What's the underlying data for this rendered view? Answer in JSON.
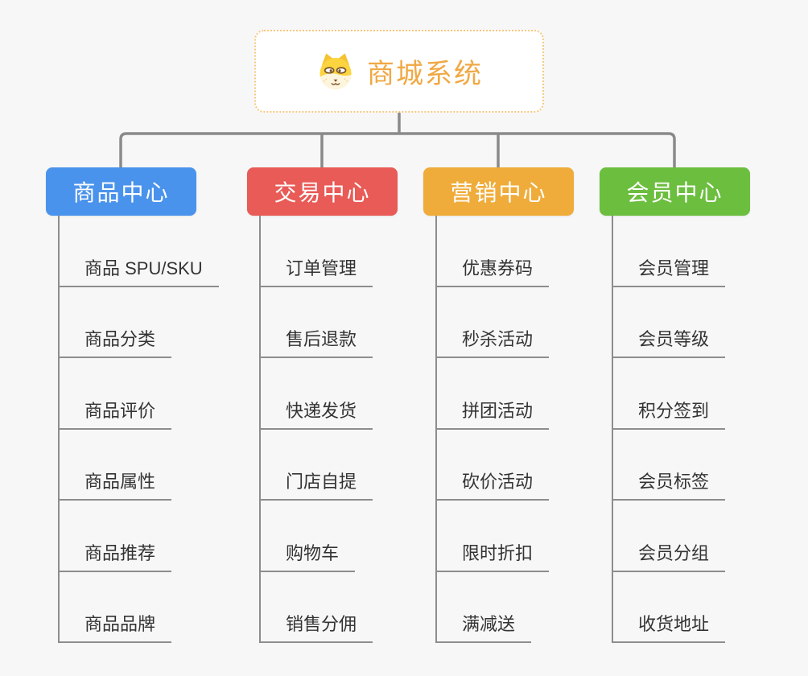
{
  "root": {
    "title": "商城系统",
    "icon": "shiba-dog-icon",
    "accent_color": "#F0A843",
    "border_color": "#F6C77E"
  },
  "connector_color": "#8A8A8A",
  "branches": [
    {
      "label": "商品中心",
      "color": "#4A93EC",
      "items": [
        "商品 SPU/SKU",
        "商品分类",
        "商品评价",
        "商品属性",
        "商品推荐",
        "商品品牌"
      ]
    },
    {
      "label": "交易中心",
      "color": "#E85B56",
      "items": [
        "订单管理",
        "售后退款",
        "快递发货",
        "门店自提",
        "购物车",
        "销售分佣"
      ]
    },
    {
      "label": "营销中心",
      "color": "#EFAC3B",
      "items": [
        "优惠券码",
        "秒杀活动",
        "拼团活动",
        "砍价活动",
        "限时折扣",
        "满减送"
      ]
    },
    {
      "label": "会员中心",
      "color": "#6CBE3F",
      "items": [
        "会员管理",
        "会员等级",
        "积分签到",
        "会员标签",
        "会员分组",
        "收货地址"
      ]
    }
  ]
}
